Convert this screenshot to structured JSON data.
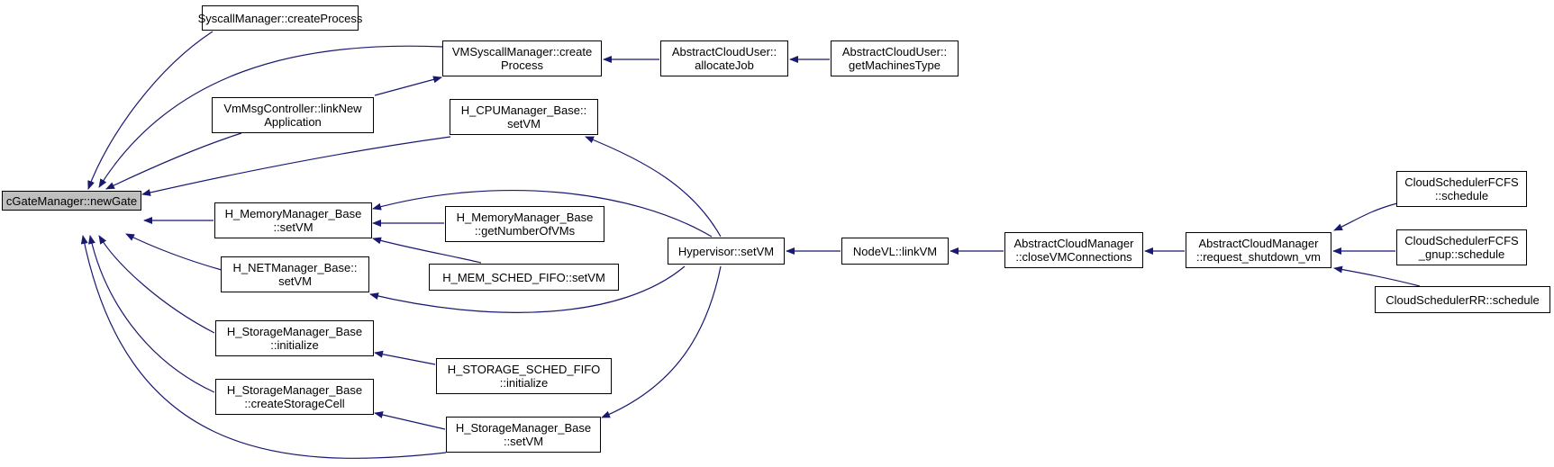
{
  "diagram": {
    "colors": {
      "edge": "#191970",
      "node_border": "#000000",
      "focus_fill": "#bfbfbf"
    },
    "nodes": [
      {
        "id": "newGate",
        "lines": [
          "cGateManager::newGate"
        ],
        "focus": true
      },
      {
        "id": "sysCreate",
        "lines": [
          "SyscallManager::createProcess"
        ]
      },
      {
        "id": "vmSysCreate",
        "lines": [
          "VMSyscallManager::create",
          "Process"
        ]
      },
      {
        "id": "vmMsgLink",
        "lines": [
          "VmMsgController::linkNew",
          "Application"
        ]
      },
      {
        "id": "cpuSetVM",
        "lines": [
          "H_CPUManager_Base::",
          "setVM"
        ]
      },
      {
        "id": "memSetVM",
        "lines": [
          "H_MemoryManager_Base",
          "::setVM"
        ]
      },
      {
        "id": "memGetNum",
        "lines": [
          "H_MemoryManager_Base",
          "::getNumberOfVMs"
        ]
      },
      {
        "id": "memFifo",
        "lines": [
          "H_MEM_SCHED_FIFO::setVM"
        ]
      },
      {
        "id": "netSetVM",
        "lines": [
          "H_NETManager_Base::",
          "setVM"
        ]
      },
      {
        "id": "stoInit",
        "lines": [
          "H_StorageManager_Base",
          "::initialize"
        ]
      },
      {
        "id": "stoFifoInit",
        "lines": [
          "H_STORAGE_SCHED_FIFO",
          "::initialize"
        ]
      },
      {
        "id": "stoCreateCell",
        "lines": [
          "H_StorageManager_Base",
          "::createStorageCell"
        ]
      },
      {
        "id": "stoSetVM",
        "lines": [
          "H_StorageManager_Base",
          "::setVM"
        ]
      },
      {
        "id": "hypSetVM",
        "lines": [
          "Hypervisor::setVM"
        ]
      },
      {
        "id": "nodeLink",
        "lines": [
          "NodeVL::linkVM"
        ]
      },
      {
        "id": "closeConn",
        "lines": [
          "AbstractCloudManager",
          "::closeVMConnections"
        ]
      },
      {
        "id": "reqShutdown",
        "lines": [
          "AbstractCloudManager",
          "::request_shutdown_vm"
        ]
      },
      {
        "id": "fcfs",
        "lines": [
          "CloudSchedulerFCFS",
          "::schedule"
        ]
      },
      {
        "id": "fcfsGnup",
        "lines": [
          "CloudSchedulerFCFS",
          "_gnup::schedule"
        ]
      },
      {
        "id": "rr",
        "lines": [
          "CloudSchedulerRR::schedule"
        ]
      },
      {
        "id": "allocJob",
        "lines": [
          "AbstractCloudUser::",
          "allocateJob"
        ]
      },
      {
        "id": "getMachines",
        "lines": [
          "AbstractCloudUser::",
          "getMachinesType"
        ]
      }
    ],
    "edges": [
      {
        "from": "sysCreate",
        "to": "newGate"
      },
      {
        "from": "vmSysCreate",
        "to": "newGate"
      },
      {
        "from": "vmMsgLink",
        "to": "newGate"
      },
      {
        "from": "cpuSetVM",
        "to": "newGate"
      },
      {
        "from": "memSetVM",
        "to": "newGate"
      },
      {
        "from": "netSetVM",
        "to": "newGate"
      },
      {
        "from": "stoInit",
        "to": "newGate"
      },
      {
        "from": "stoCreateCell",
        "to": "newGate"
      },
      {
        "from": "stoSetVM",
        "to": "newGate"
      },
      {
        "from": "vmMsgLink",
        "to": "vmSysCreate"
      },
      {
        "from": "allocJob",
        "to": "vmSysCreate"
      },
      {
        "from": "getMachines",
        "to": "allocJob"
      },
      {
        "from": "hypSetVM",
        "to": "cpuSetVM"
      },
      {
        "from": "hypSetVM",
        "to": "memSetVM"
      },
      {
        "from": "memGetNum",
        "to": "memSetVM"
      },
      {
        "from": "memFifo",
        "to": "memSetVM"
      },
      {
        "from": "hypSetVM",
        "to": "netSetVM"
      },
      {
        "from": "stoFifoInit",
        "to": "stoInit"
      },
      {
        "from": "stoSetVM",
        "to": "stoCreateCell"
      },
      {
        "from": "hypSetVM",
        "to": "stoSetVM"
      },
      {
        "from": "nodeLink",
        "to": "hypSetVM"
      },
      {
        "from": "closeConn",
        "to": "nodeLink"
      },
      {
        "from": "reqShutdown",
        "to": "closeConn"
      },
      {
        "from": "fcfs",
        "to": "reqShutdown"
      },
      {
        "from": "fcfsGnup",
        "to": "reqShutdown"
      },
      {
        "from": "rr",
        "to": "reqShutdown"
      }
    ]
  }
}
